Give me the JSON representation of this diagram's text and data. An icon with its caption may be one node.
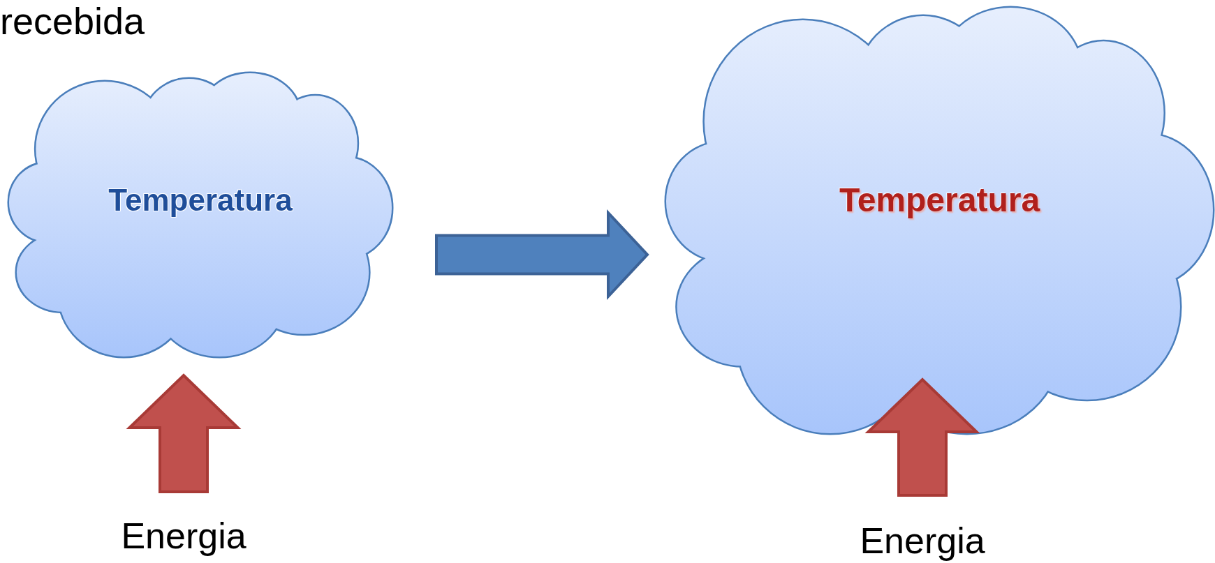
{
  "diagram": {
    "nodes": [
      {
        "text": [
          "Temperatura"
        ]
      },
      {
        "text": [
          "Temperatura"
        ]
      },
      {
        "text": [
          "Energia"
        ]
      },
      {
        "text": [
          "Energia"
        ]
      }
    ],
    "edges": [
      {
        "from": 0,
        "to": 1,
        "arrow": "to",
        "style": "thick"
      },
      {
        "from": 2,
        "to": 0,
        "arrow": "to",
        "style": "thick",
        "color": "#c0504d"
      },
      {
        "from": 3,
        "to": 1,
        "arrow": "to",
        "style": "thick",
        "color": "#c0504d"
      }
    ],
    "labels": [
      "recebida"
    ]
  }
}
